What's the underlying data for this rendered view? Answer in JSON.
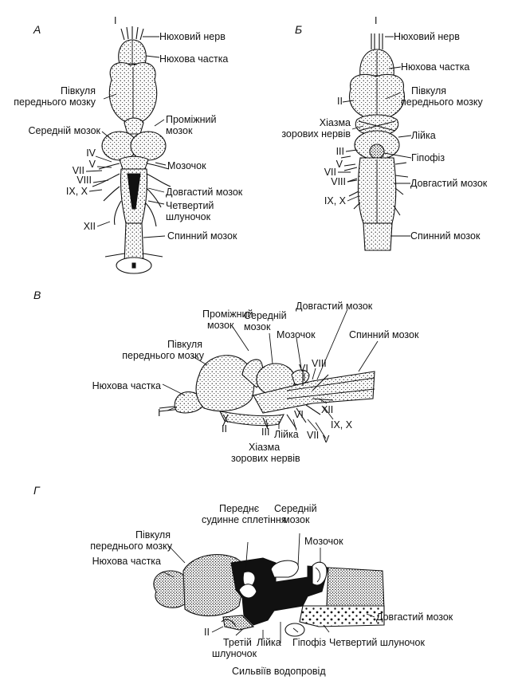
{
  "panels": {
    "a": {
      "letter": "А",
      "roman_top": "I",
      "labels": {
        "olfactory_nerve": "Нюховий нерв",
        "olfactory_lobe": "Нюхова частка",
        "forebrain_hemisphere": [
          "Півкуля",
          "переднього мозку"
        ],
        "diencephalon": [
          "Проміжний",
          "мозок"
        ],
        "midbrain": "Середній мозок",
        "cerebellum": "Мозочок",
        "medulla": "Довгастий мозок",
        "fourth_ventricle": [
          "Четвертий",
          "шлуночок"
        ],
        "spinal_cord": "Спинний мозок",
        "nerve_iv": "IV",
        "nerve_v": "V",
        "nerve_vii": "VII",
        "nerve_viii": "VIII",
        "nerve_ix_x": "IX, X",
        "nerve_xii": "XII"
      }
    },
    "b": {
      "letter": "Б",
      "roman_top": "I",
      "labels": {
        "olfactory_nerve": "Нюховий нерв",
        "olfactory_lobe": "Нюхова частка",
        "forebrain_hemisphere": [
          "Півкуля",
          "переднього мозку"
        ],
        "optic_chiasm": [
          "Хіазма",
          "зорових нервів"
        ],
        "infundibulum": "Лійка",
        "pituitary": "Гіпофіз",
        "medulla": "Довгастий мозок",
        "spinal_cord": "Спинний мозок",
        "nerve_ii": "II",
        "nerve_iii": "III",
        "nerve_v": "V",
        "nerve_vii": "VII",
        "nerve_viii": "VIII",
        "nerve_ix_x": "IX, X"
      }
    },
    "c": {
      "letter": "В",
      "labels": {
        "diencephalon": [
          "Проміжний",
          "мозок"
        ],
        "midbrain": [
          "Середній",
          "мозок"
        ],
        "medulla": "Довгастий мозок",
        "cerebellum": "Мозочок",
        "spinal_cord": "Спинний мозок",
        "forebrain_hemisphere": [
          "Півкуля",
          "переднього мозку"
        ],
        "olfactory_lobe": "Нюхова частка",
        "optic_chiasm": [
          "Хіазма",
          "зорових нервів"
        ],
        "infundibulum": "Лійка",
        "nerve_i": "I",
        "nerve_ii": "II",
        "nerve_iii": "III",
        "nerve_vi_top": "VI",
        "nerve_viii": "VIII",
        "nerve_xii": "XII",
        "nerve_ix_x": "IX, X",
        "nerve_vi_bottom": "VI",
        "nerve_vii": "VII",
        "nerve_v": "V"
      }
    },
    "d": {
      "letter": "Г",
      "labels": {
        "anterior_choroid_plexus": [
          "Переднє",
          "судинне сплетіння"
        ],
        "midbrain": [
          "Середній",
          "мозок"
        ],
        "cerebellum": "Мозочок",
        "forebrain_hemisphere": [
          "Півкуля",
          "переднього мозку"
        ],
        "olfactory_lobe": "Нюхова частка",
        "medulla": "Довгастий мозок",
        "nerve_ii": "II",
        "third_ventricle": [
          "Третій",
          "шлуночок"
        ],
        "infundibulum": "Лійка",
        "pituitary": "Гіпофіз",
        "fourth_ventricle": "Четвертий шлуночок",
        "sylvian_aqueduct": "Сильвіїв водопровід"
      }
    }
  }
}
